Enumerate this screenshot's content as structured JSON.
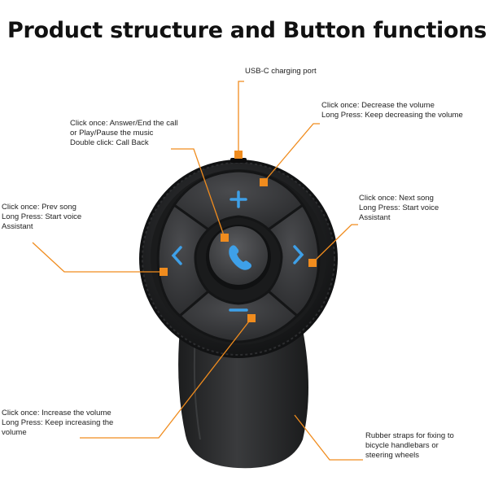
{
  "title": "Product structure and Button functions",
  "colors": {
    "accent": "#f08c1e",
    "button_icon": "#3ea0e8",
    "device": "#2a2b2d"
  },
  "icons": {
    "up": "plus-icon",
    "down": "minus-icon",
    "left": "chevron-left-icon",
    "right": "chevron-right-icon",
    "center": "phone-icon"
  },
  "labels": {
    "usb": [
      "USB-C charging port"
    ],
    "up": [
      "Click once: Decrease the volume",
      "Long Press: Keep decreasing the volume"
    ],
    "center": [
      "Click once: Answer/End the call",
      "or Play/Pause the music",
      "Double click: Call Back"
    ],
    "right": [
      "Click once: Next song",
      "Long Press: Start voice",
      "Assistant"
    ],
    "left": [
      "Click once: Prev song",
      "Long Press: Start voice",
      "Assistant"
    ],
    "down": [
      "Click once: Increase the volume",
      "Long Press: Keep increasing the",
      "volume"
    ],
    "strap": [
      "Rubber straps for fixing to",
      "bicycle handlebars or",
      "steering wheels"
    ]
  }
}
